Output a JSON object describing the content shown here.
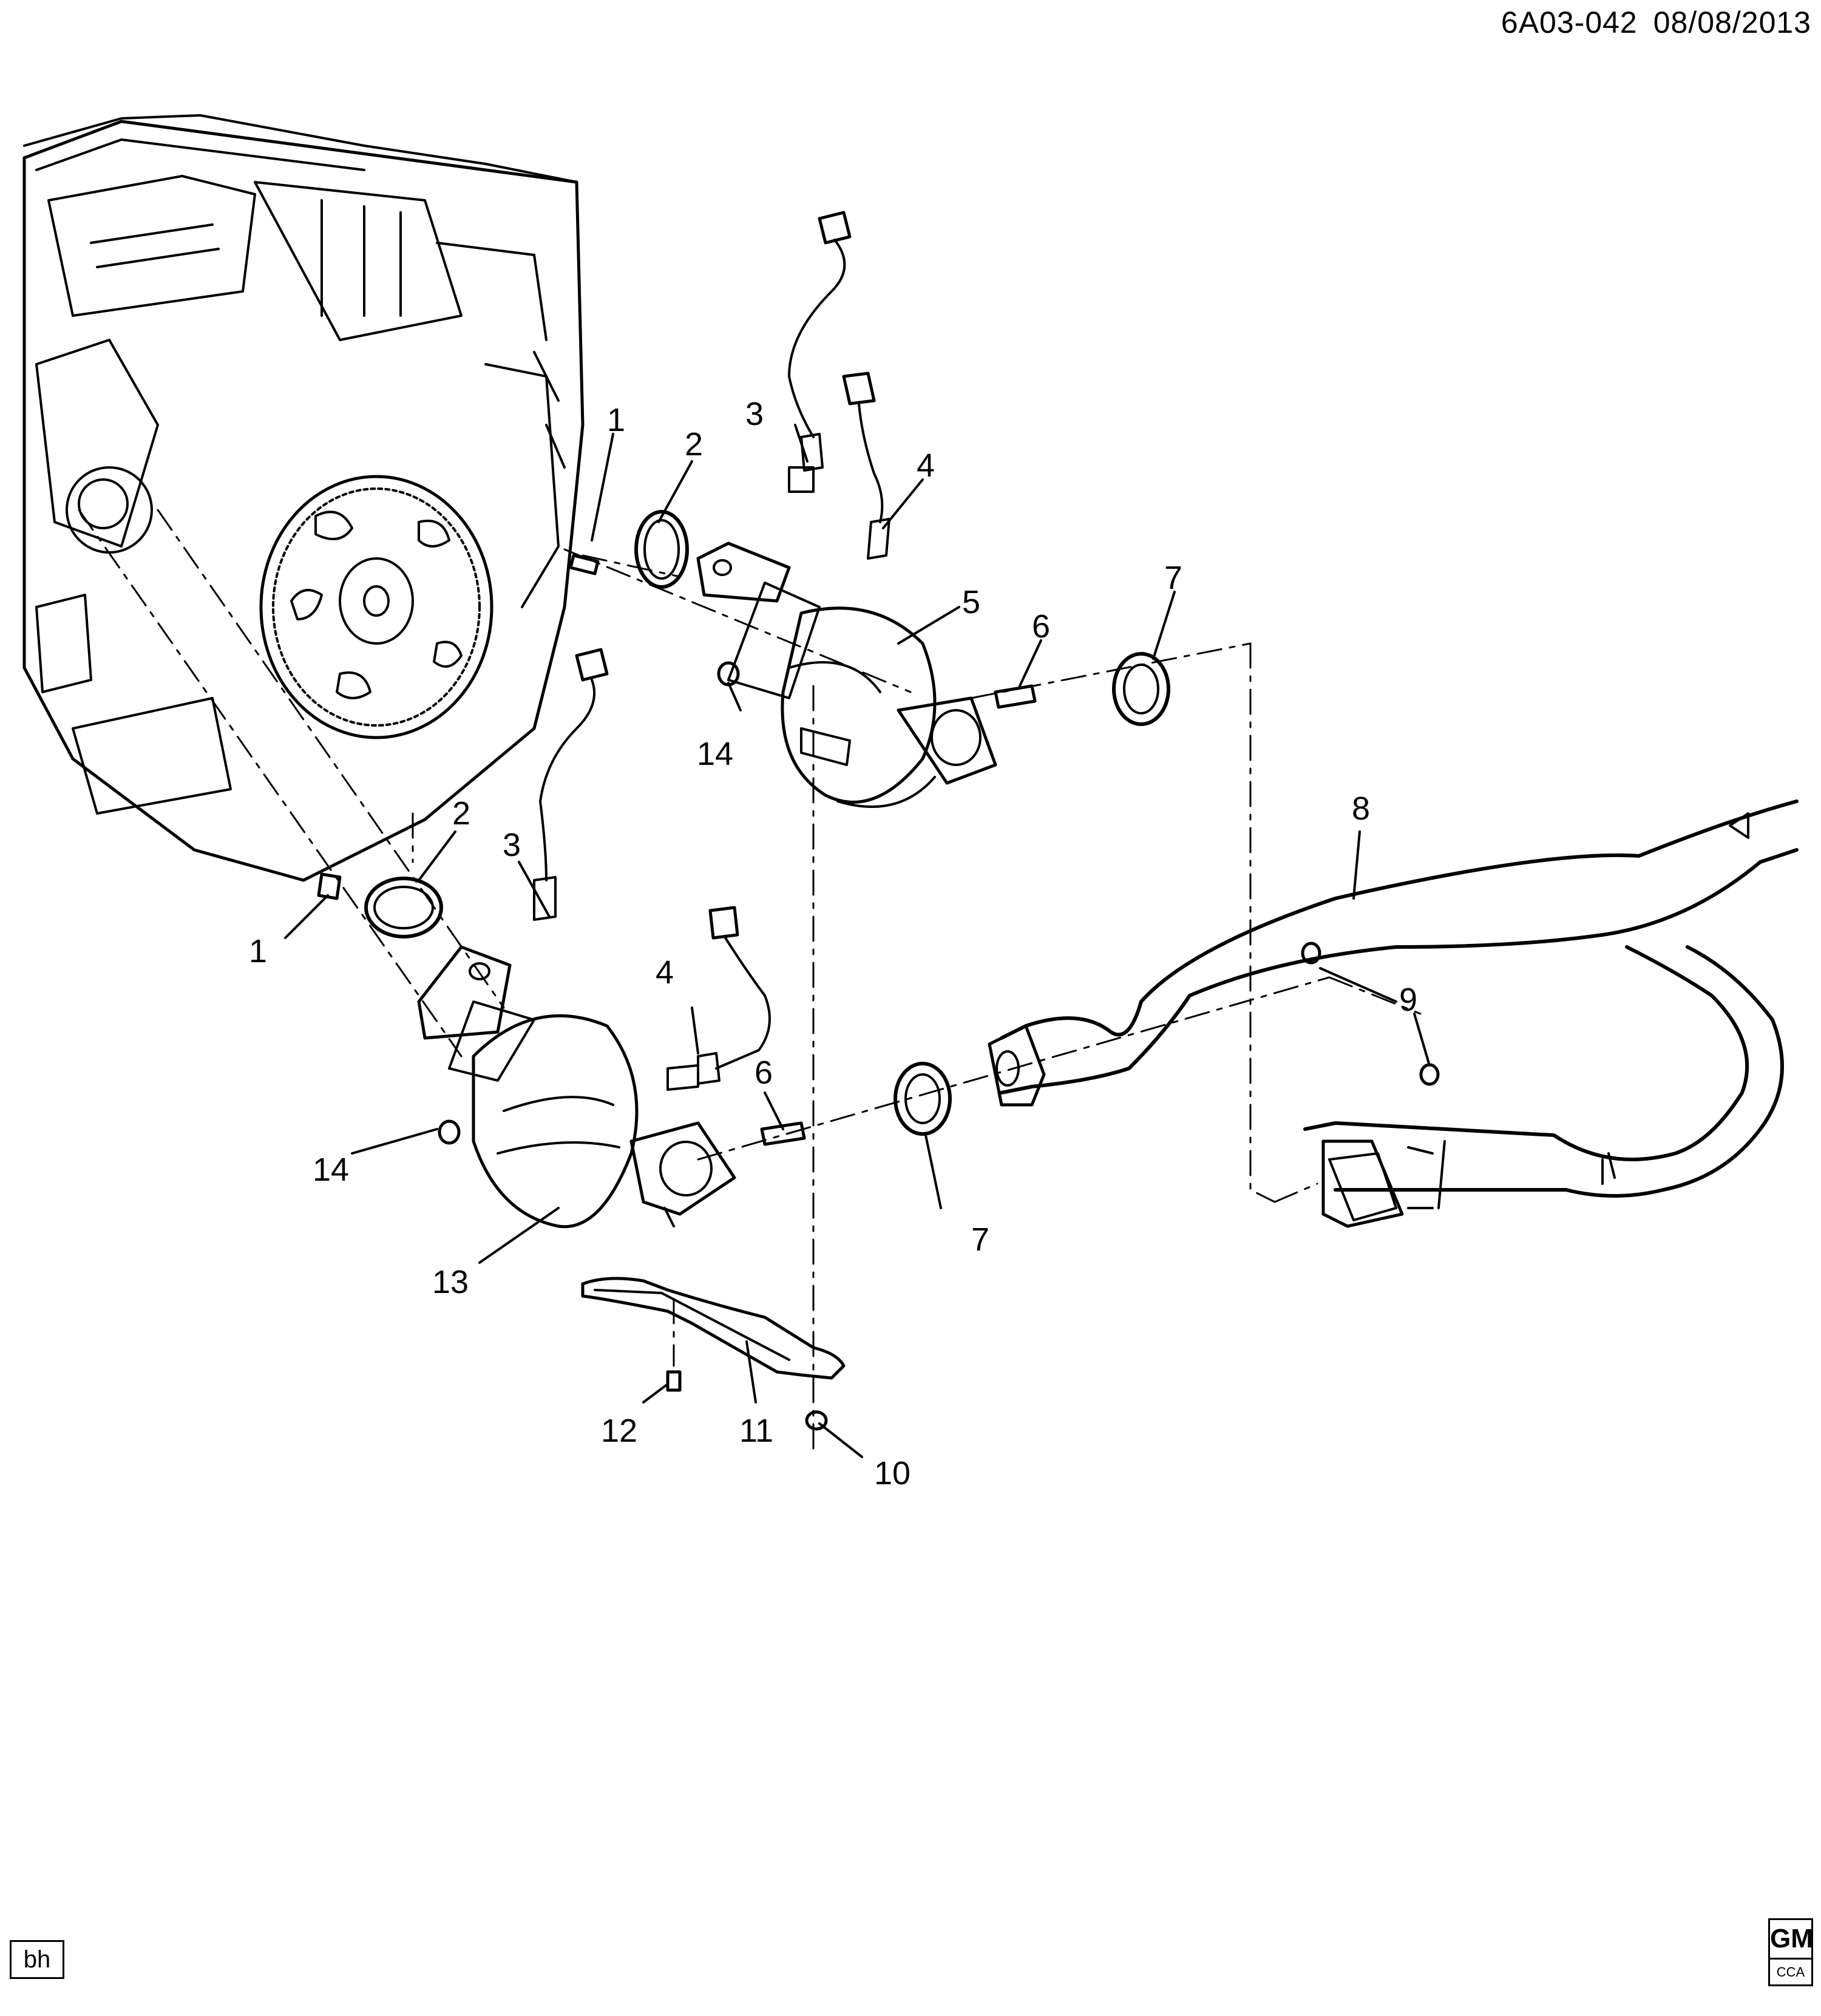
{
  "header": {
    "diagram_code": "6A03-042",
    "date": "08/08/2013"
  },
  "footer": {
    "drafter_initials": "bh",
    "logo_text": "GM",
    "logo_subtext": "CCA"
  },
  "callouts": [
    {
      "id": "c1a",
      "text": "1"
    },
    {
      "id": "c2a",
      "text": "2"
    },
    {
      "id": "c3a",
      "text": "3"
    },
    {
      "id": "c4a",
      "text": "4"
    },
    {
      "id": "c5",
      "text": "5"
    },
    {
      "id": "c6a",
      "text": "6"
    },
    {
      "id": "c7a",
      "text": "7"
    },
    {
      "id": "c14a",
      "text": "14"
    },
    {
      "id": "c8",
      "text": "8"
    },
    {
      "id": "c2b",
      "text": "2"
    },
    {
      "id": "c3b",
      "text": "3"
    },
    {
      "id": "c1b",
      "text": "1"
    },
    {
      "id": "c4b",
      "text": "4"
    },
    {
      "id": "c6b",
      "text": "6"
    },
    {
      "id": "c9a",
      "text": "9"
    },
    {
      "id": "c14b",
      "text": "14"
    },
    {
      "id": "c7b",
      "text": "7"
    },
    {
      "id": "c13",
      "text": "13"
    },
    {
      "id": "c12",
      "text": "12"
    },
    {
      "id": "c11",
      "text": "11"
    },
    {
      "id": "c10",
      "text": "10"
    }
  ]
}
